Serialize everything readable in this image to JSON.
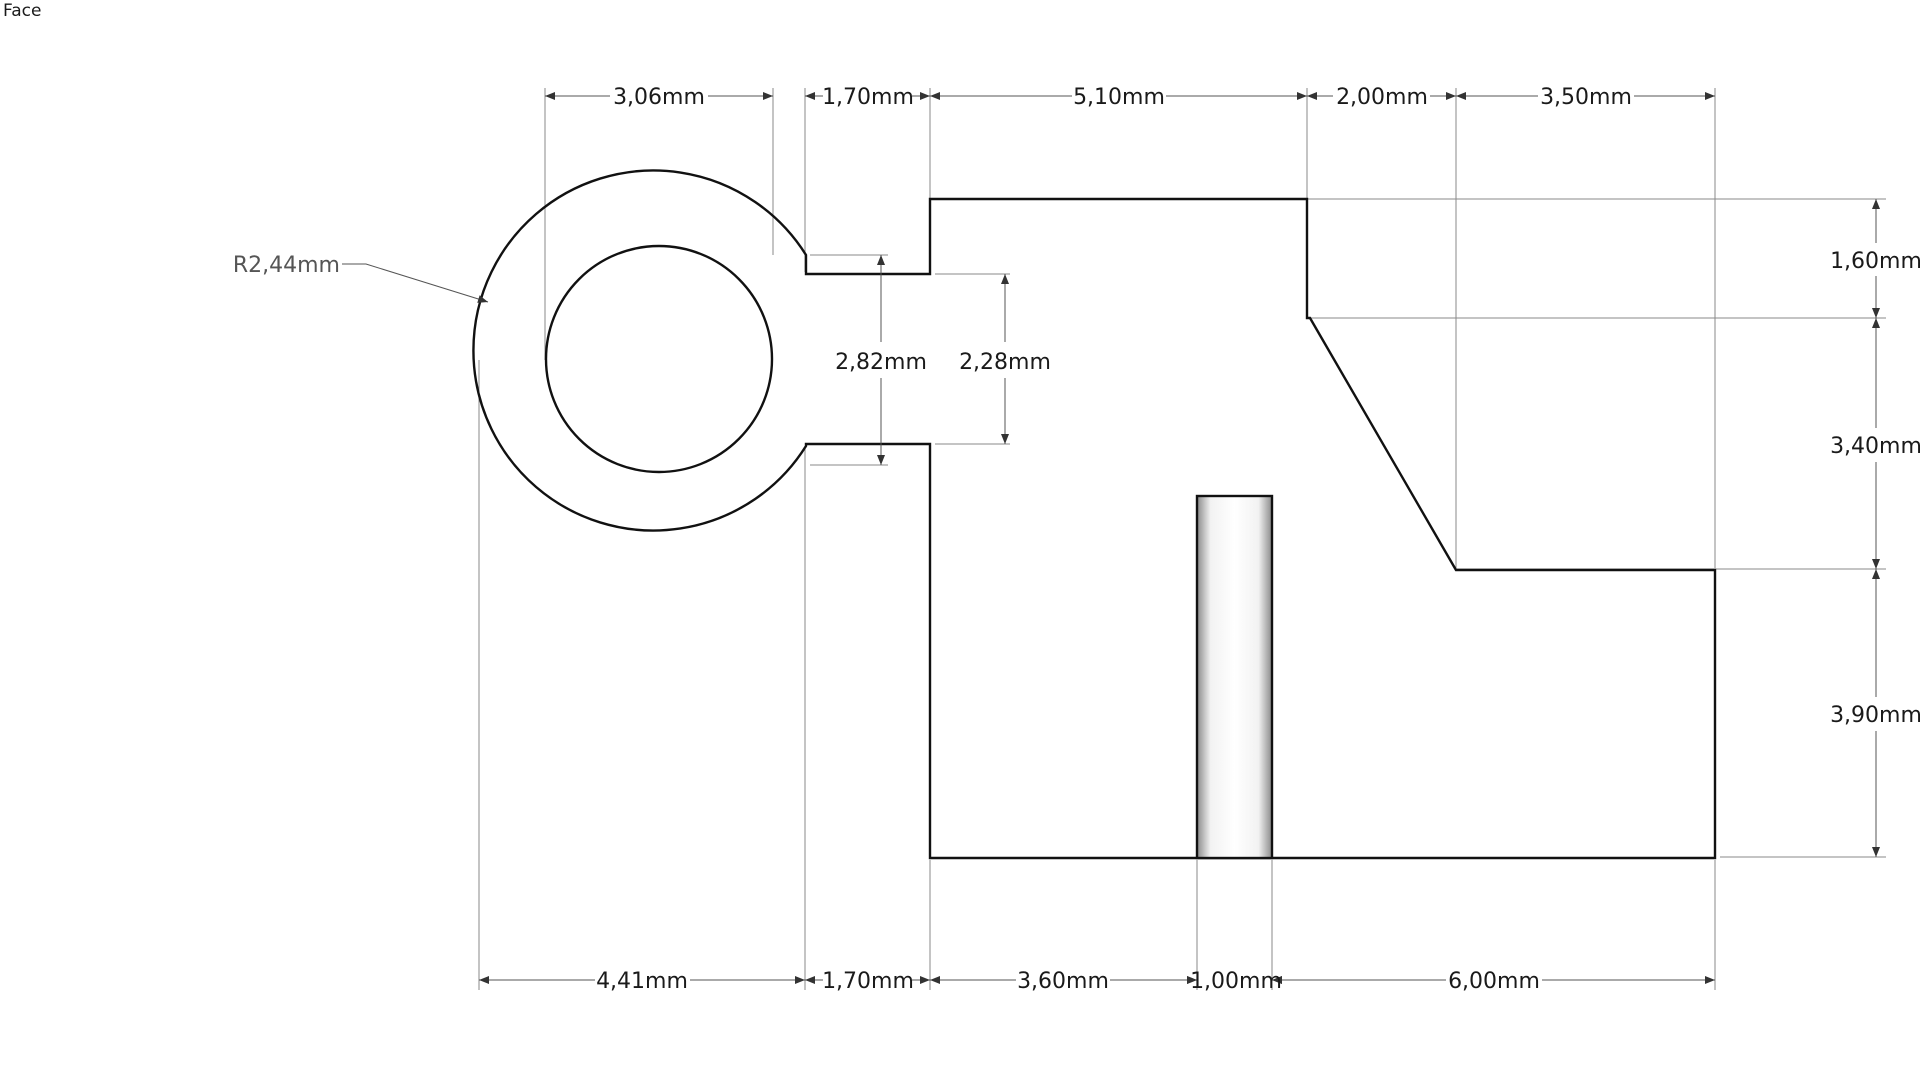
{
  "view": {
    "label": "Face"
  },
  "dimensions": {
    "top": [
      "3,06mm",
      "1,70mm",
      "5,10mm",
      "2,00mm",
      "3,50mm"
    ],
    "bottom": [
      "4,41mm",
      "1,70mm",
      "3,60mm",
      "1,00mm",
      "6,00mm"
    ],
    "right": [
      "1,60mm",
      "3,40mm",
      "3,90mm"
    ],
    "slot": {
      "outer": "2,82mm",
      "inner": "2,28mm"
    },
    "radius": "R2,44mm"
  },
  "colors": {
    "outline": "#111111",
    "dimension": "#555555",
    "extension": "#8a8a8a",
    "background": "#ffffff"
  }
}
